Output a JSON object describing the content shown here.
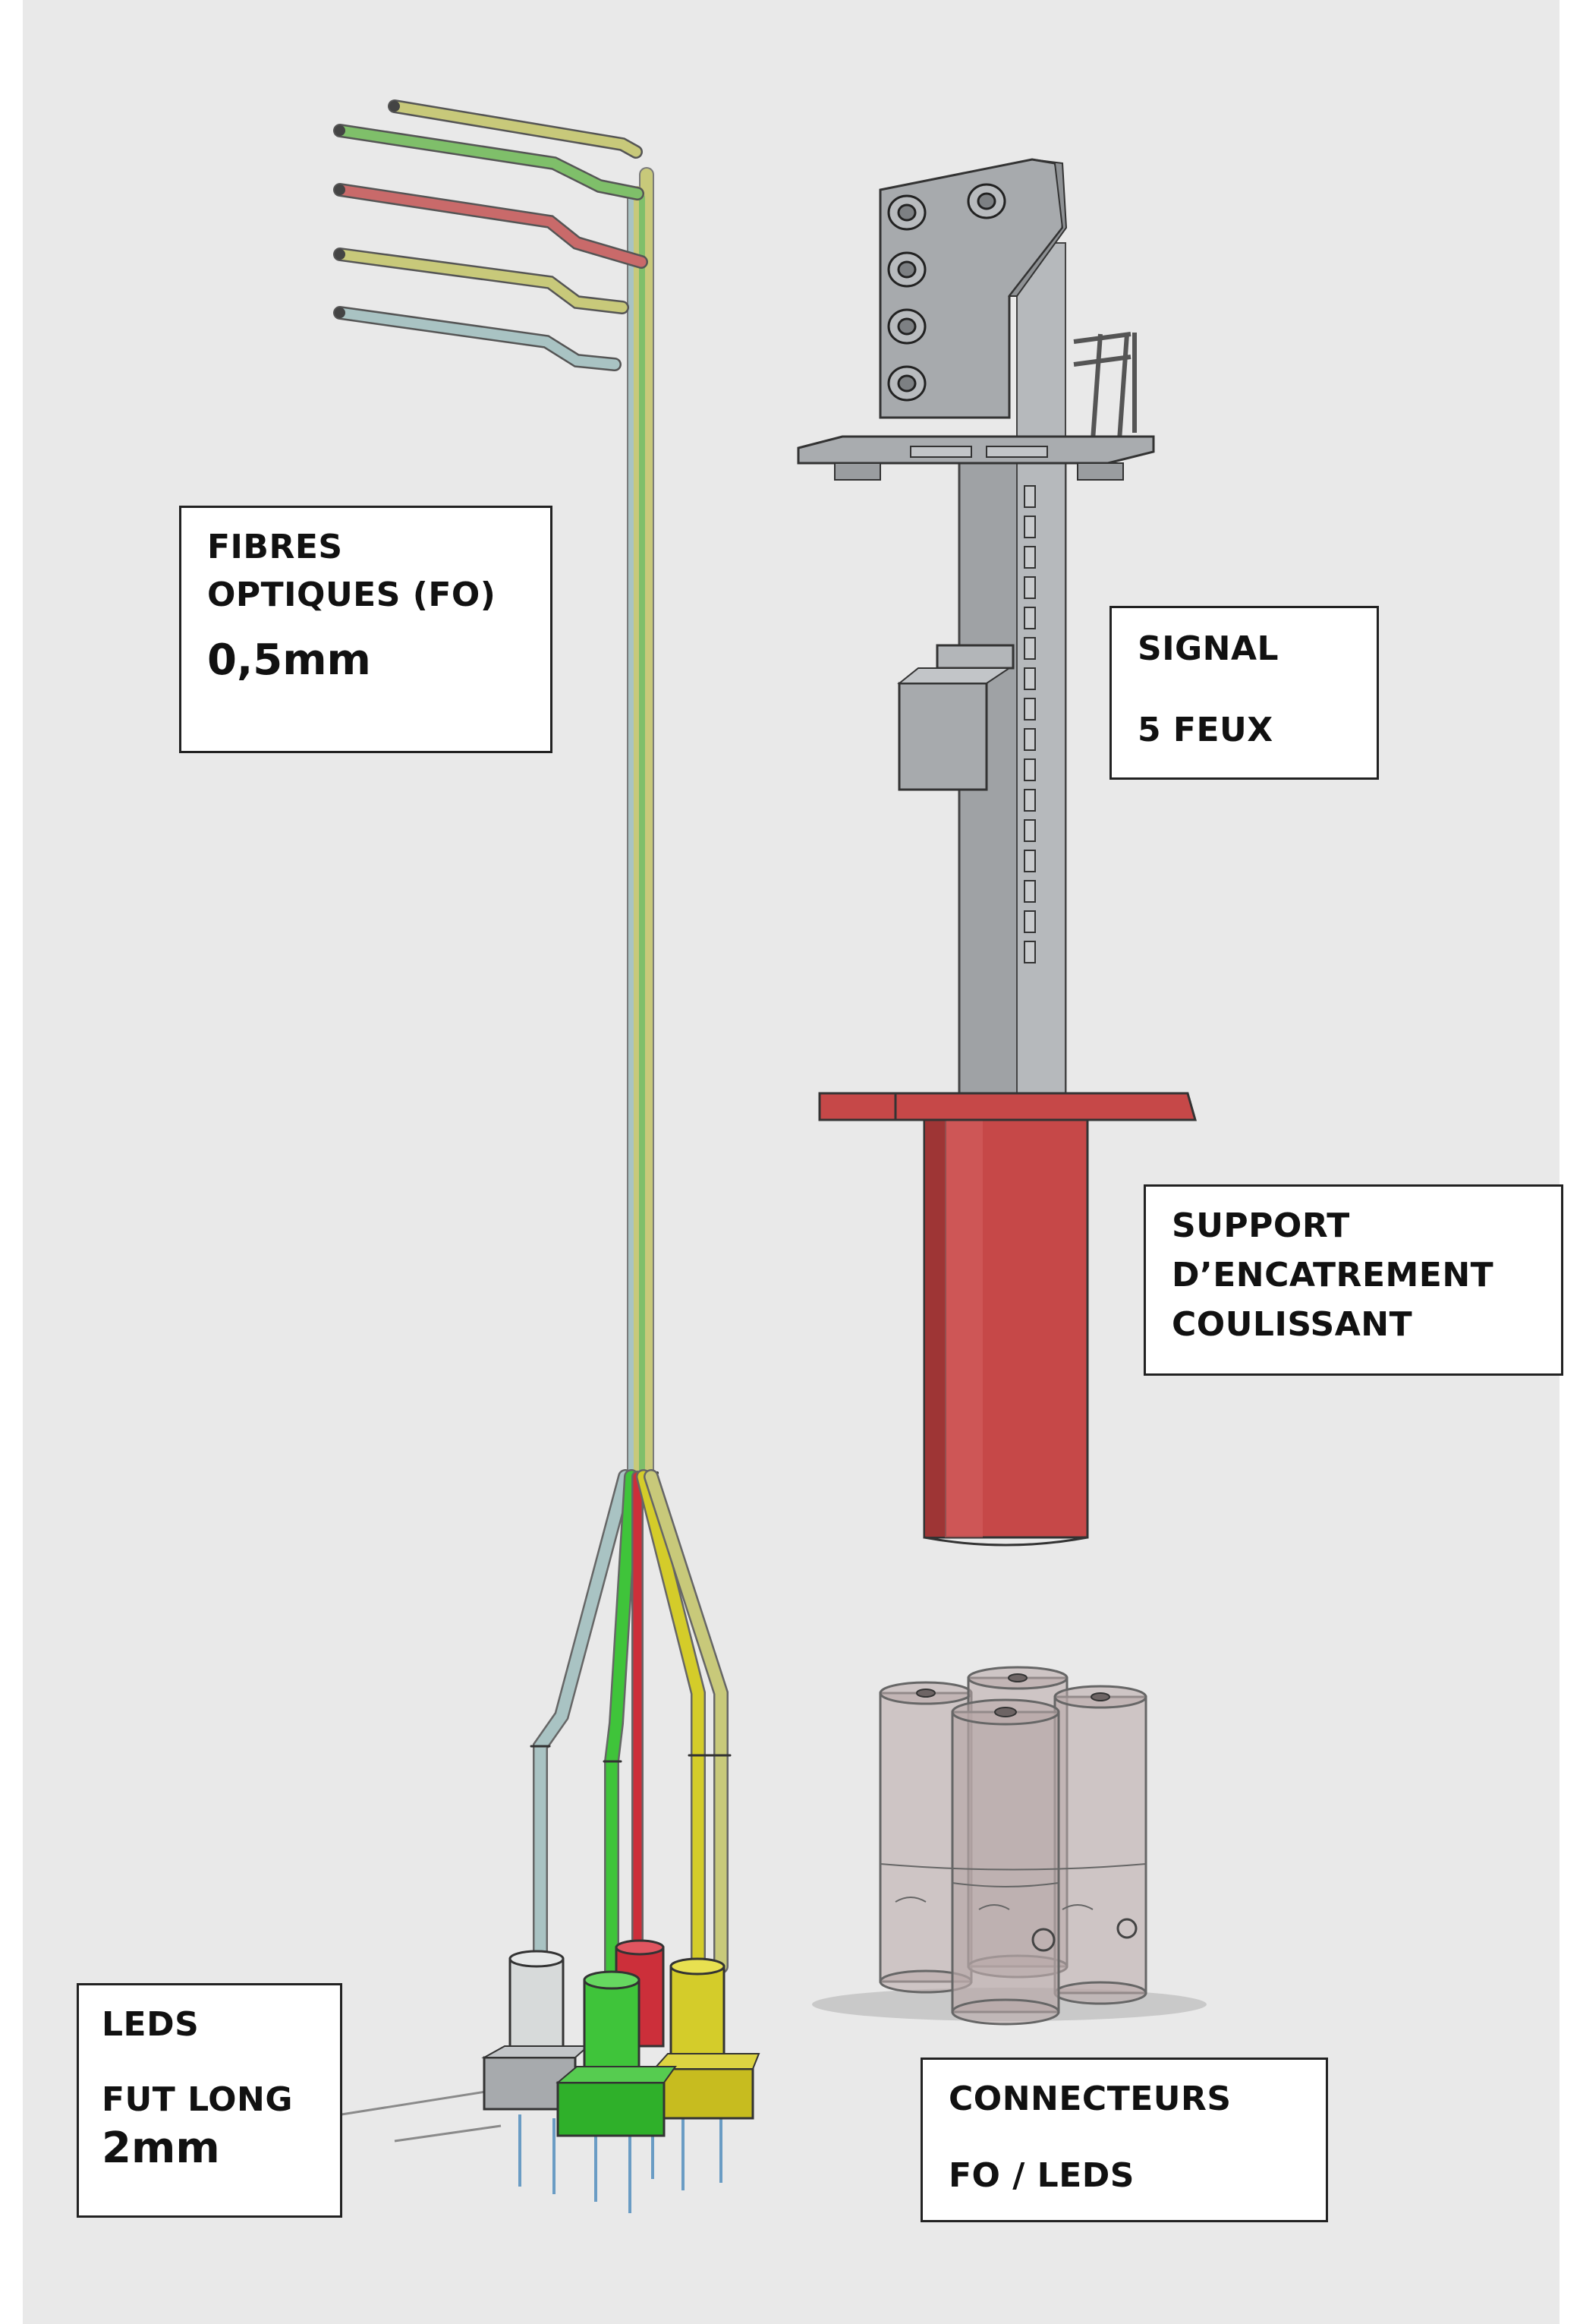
{
  "labels": {
    "fibres": {
      "line1": "FIBRES",
      "line2": "OPTIQUES (FO)",
      "line3": "0,5mm"
    },
    "signal": {
      "line1": "SIGNAL",
      "line2": "5 FEUX"
    },
    "support": {
      "line1": "SUPPORT",
      "line2": "D’ENCATREMENT",
      "line3": "COULISSANT"
    },
    "leds": {
      "line1": "LEDS",
      "line2": "FUT LONG",
      "line3": "2mm"
    },
    "connecteurs": {
      "line1": "CONNECTEURS",
      "line2": "FO / LEDS"
    }
  },
  "colors": {
    "background": "#e9e9e9",
    "fiber_yellow": "#c8c97a",
    "fiber_green": "#7fbf6a",
    "fiber_red": "#c96a6a",
    "fiber_blue": "#a9c3c3",
    "signal_grey": "#a2a5a8",
    "support_red": "#c64848",
    "led_white": "#d7dada",
    "led_green": "#3fc43a",
    "led_red": "#cc2f3a",
    "led_yellow": "#d4cc2a",
    "connector": "#b8a8a8"
  }
}
